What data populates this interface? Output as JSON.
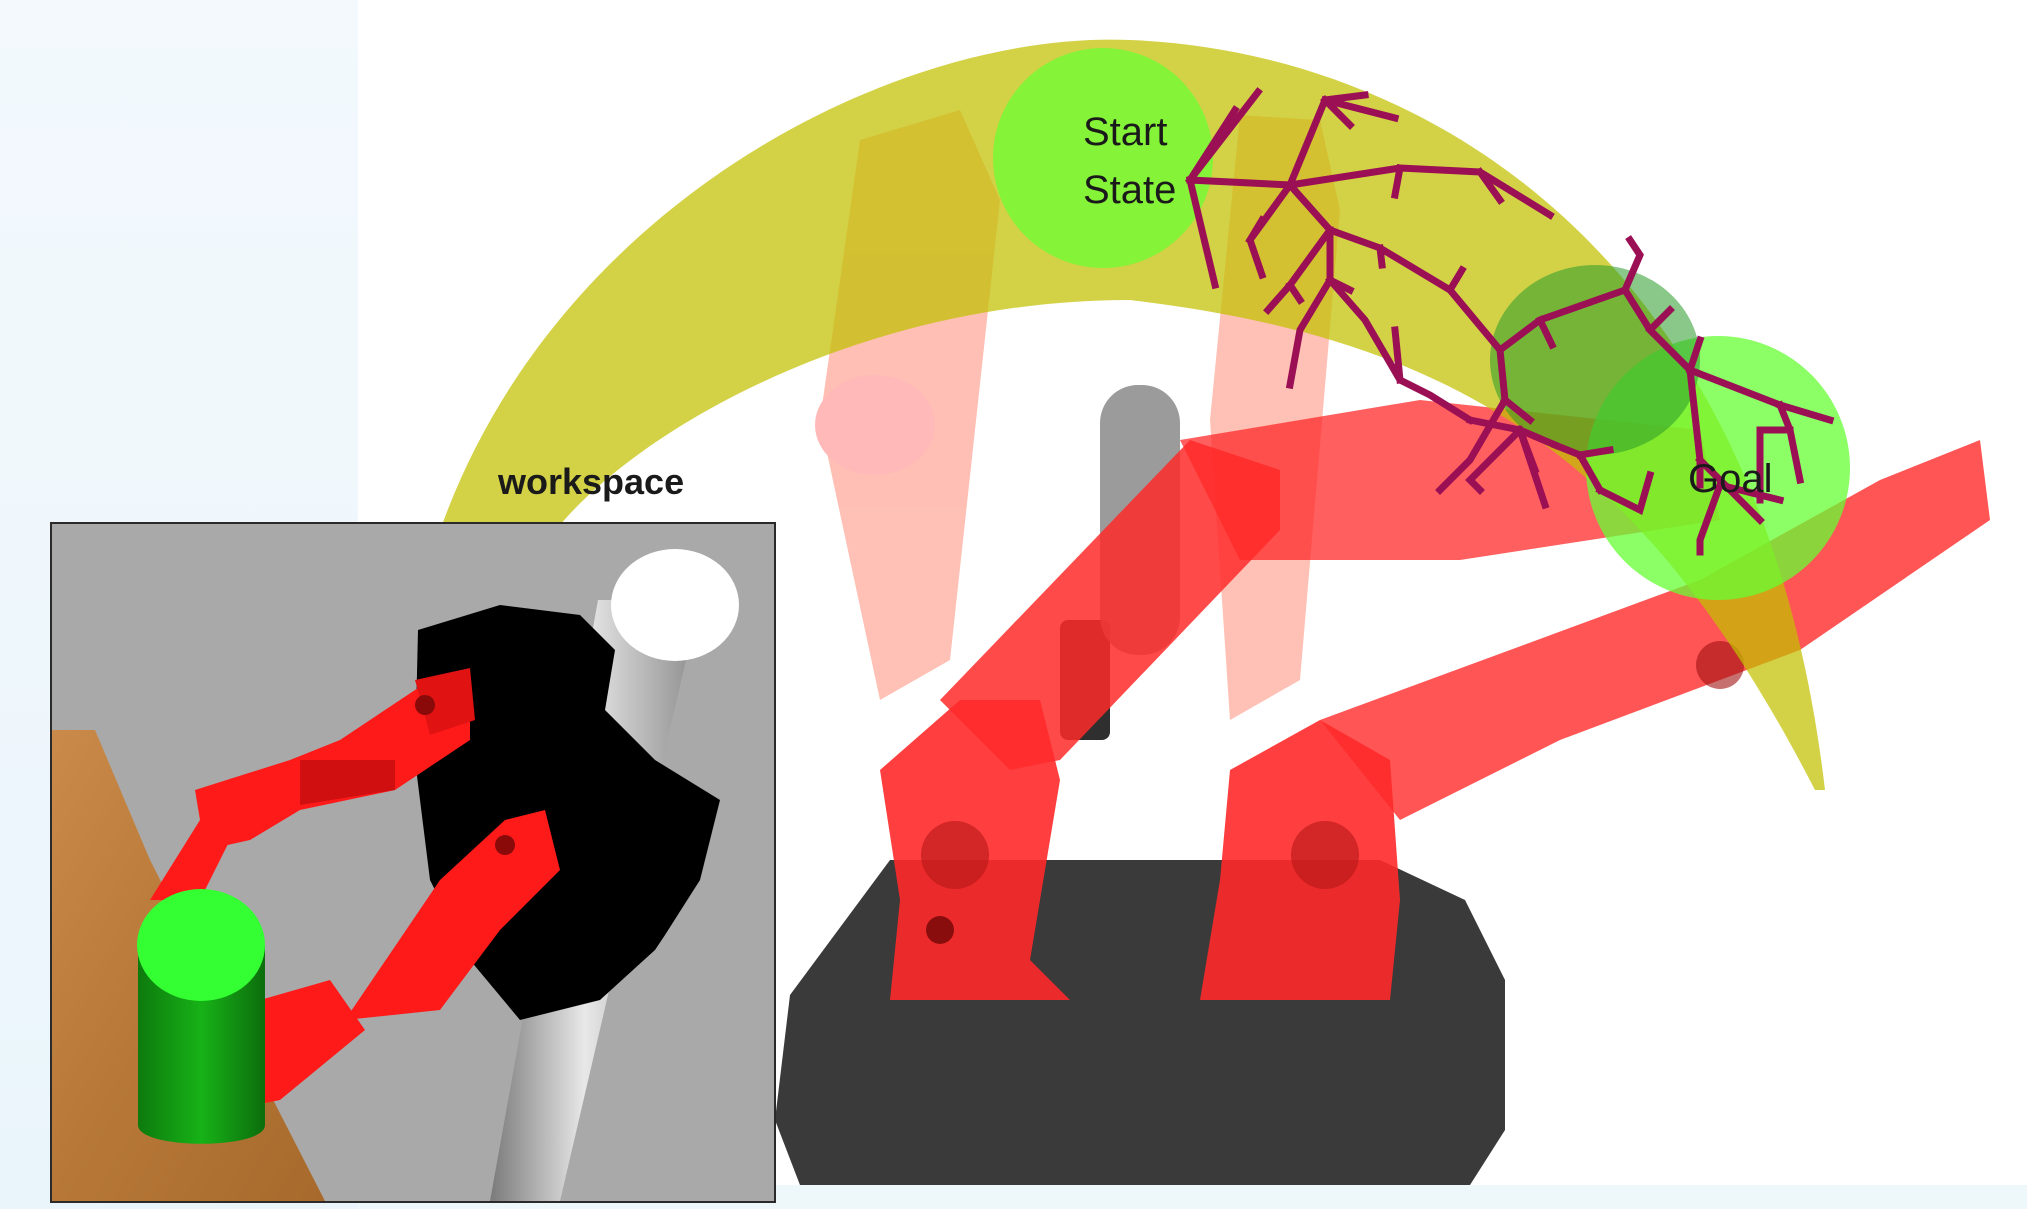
{
  "labels": {
    "workspace": "workspace",
    "start_line1": "Start",
    "start_line2": "State",
    "goal": "Goal"
  },
  "colors": {
    "workspace_band": "#c2c000",
    "start_goal_disc": "#66ff33",
    "robot_red": "#ff2020",
    "tree_branch": "#9b0f55",
    "palm_black": "#000000",
    "background_panel": "#eef7fb"
  },
  "icons": {
    "inset": "robot-gripper-render-icon",
    "object": "green-cylinder-icon",
    "pole": "white-pole-icon"
  }
}
